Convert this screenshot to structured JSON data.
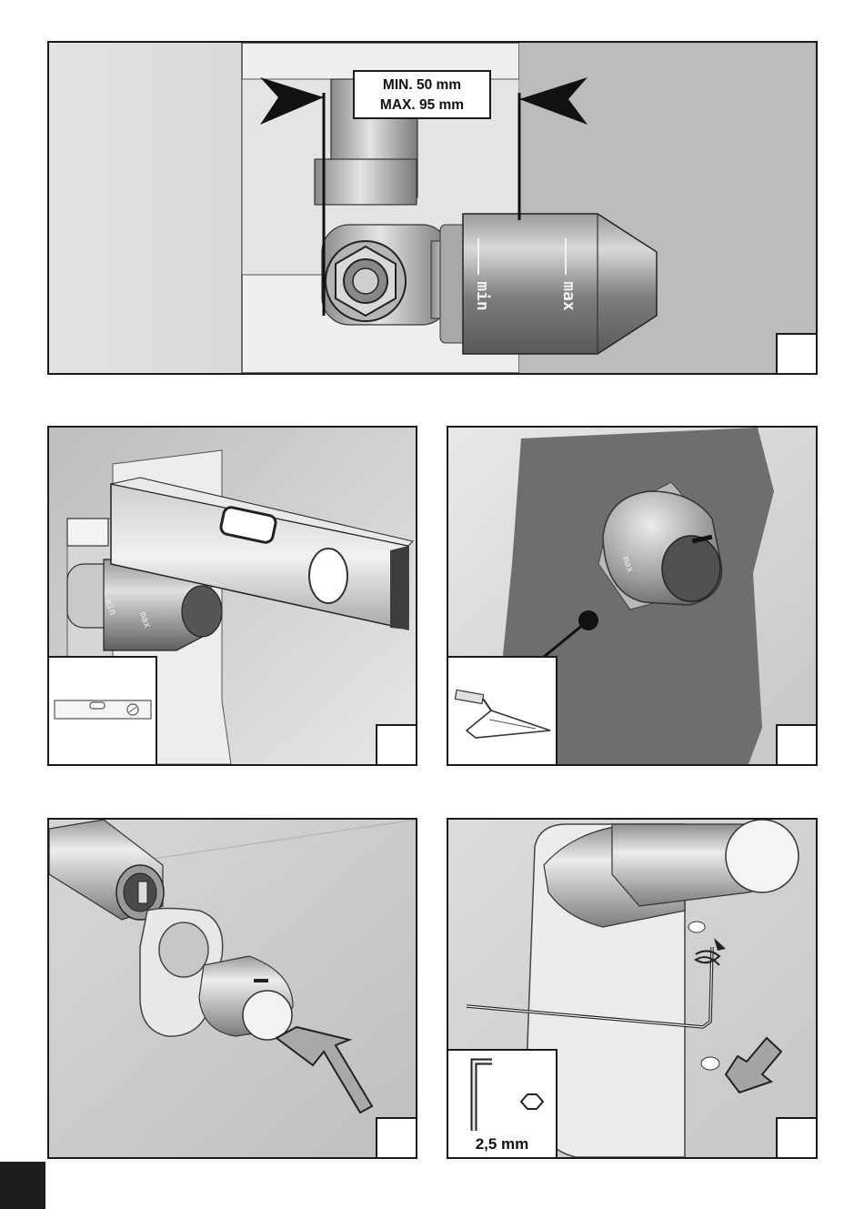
{
  "figure1": {
    "dimension_min": "MIN. 50 mm",
    "dimension_max": "MAX. 95 mm",
    "knob_mark_min": "min",
    "knob_mark_max": "max"
  },
  "figure2": {
    "knob_mark_min": "min",
    "knob_mark_max": "max"
  },
  "figure3": {
    "knob_mark": "max"
  },
  "figure6": {
    "hex_key_size": "2,5 mm"
  },
  "icons": {
    "level": "spirit-level-icon",
    "trowel": "trowel-icon",
    "hex_key": "hex-key-icon",
    "arrow": "push-arrow-icon",
    "rotation": "rotation-arrow-icon"
  },
  "colors": {
    "frame": "#1a1a1a",
    "wall": "#c9c9c9",
    "plaster": "#6e6e6e",
    "page_tab": "#1e1e1e"
  }
}
